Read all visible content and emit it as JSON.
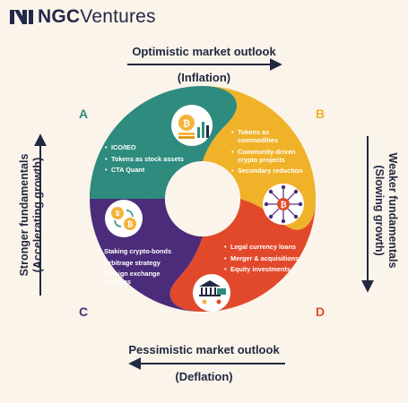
{
  "logo": {
    "bold": "NGC",
    "rest": "Ventures"
  },
  "top": {
    "title": "Optimistic market outlook",
    "subtitle": "(Inflation)"
  },
  "bottom": {
    "title": "Pessimistic market outlook",
    "subtitle": "(Deflation)"
  },
  "left": {
    "line1": "Stronger fundamentals",
    "line2": "(Accelerating growth)"
  },
  "right": {
    "line1": "Weaker fundamentals",
    "line2": "(Slowing growth)"
  },
  "quadrants": [
    {
      "letter": "A",
      "color": "#2e8b7e",
      "items": [
        "ICO/IEO",
        "Tokens as stock assets",
        "CTA Quant"
      ]
    },
    {
      "letter": "B",
      "color": "#efb229",
      "items": [
        "Tokens as commodities",
        "Community-driven crypto projects",
        "Secondary reduction"
      ]
    },
    {
      "letter": "C",
      "color": "#4b2c7a",
      "items": [
        "Staking crypto-bonds",
        "Arbitrage strategy",
        "Foreign exchange reserves"
      ]
    },
    {
      "letter": "D",
      "color": "#e2492b",
      "items": [
        "Legal currency loans",
        "Merger & acquisitions",
        "Equity investments"
      ]
    }
  ],
  "icons": [
    "bitcoin-coins-chart-icon",
    "bitcoin-network-icon",
    "coin-exchange-icon",
    "bank-handshake-icon"
  ],
  "colors": {
    "navy": "#232842",
    "background": "#fbf4ea",
    "teal": "#2e8b7e",
    "yellow": "#efb229",
    "purple": "#4b2c7a",
    "red": "#e2492b"
  }
}
